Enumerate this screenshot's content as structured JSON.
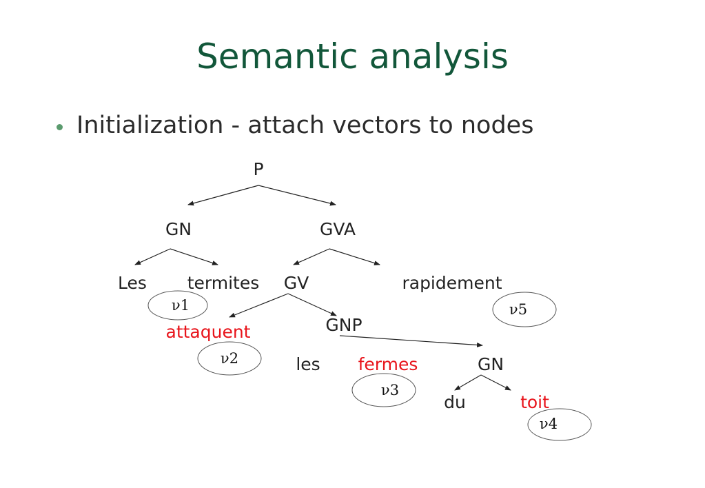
{
  "slide": {
    "title": "Semantic analysis",
    "bullet": "Initialization - attach vectors to nodes"
  },
  "colors": {
    "title": "#12573A",
    "bullet_dot": "#5B9B6E",
    "text": "#222222",
    "highlight": "#E8141B"
  },
  "tree": {
    "nodes": {
      "p": "P",
      "gn_subject": "GN",
      "gva": "GVA",
      "les_1": "Les",
      "termites": "termites",
      "gv": "GV",
      "rapidement": "rapidement",
      "attaquent": "attaquent",
      "gnp": "GNP",
      "les_2": "les",
      "fermes": "fermes",
      "gn_object": "GN",
      "du": "du",
      "toit": "toit"
    },
    "highlighted_nodes": [
      "attaquent",
      "fermes",
      "toit"
    ],
    "vectors": {
      "v1": "ν1",
      "v2": "ν2",
      "v3": "ν3",
      "v4": "ν4",
      "v5": "ν5"
    }
  }
}
